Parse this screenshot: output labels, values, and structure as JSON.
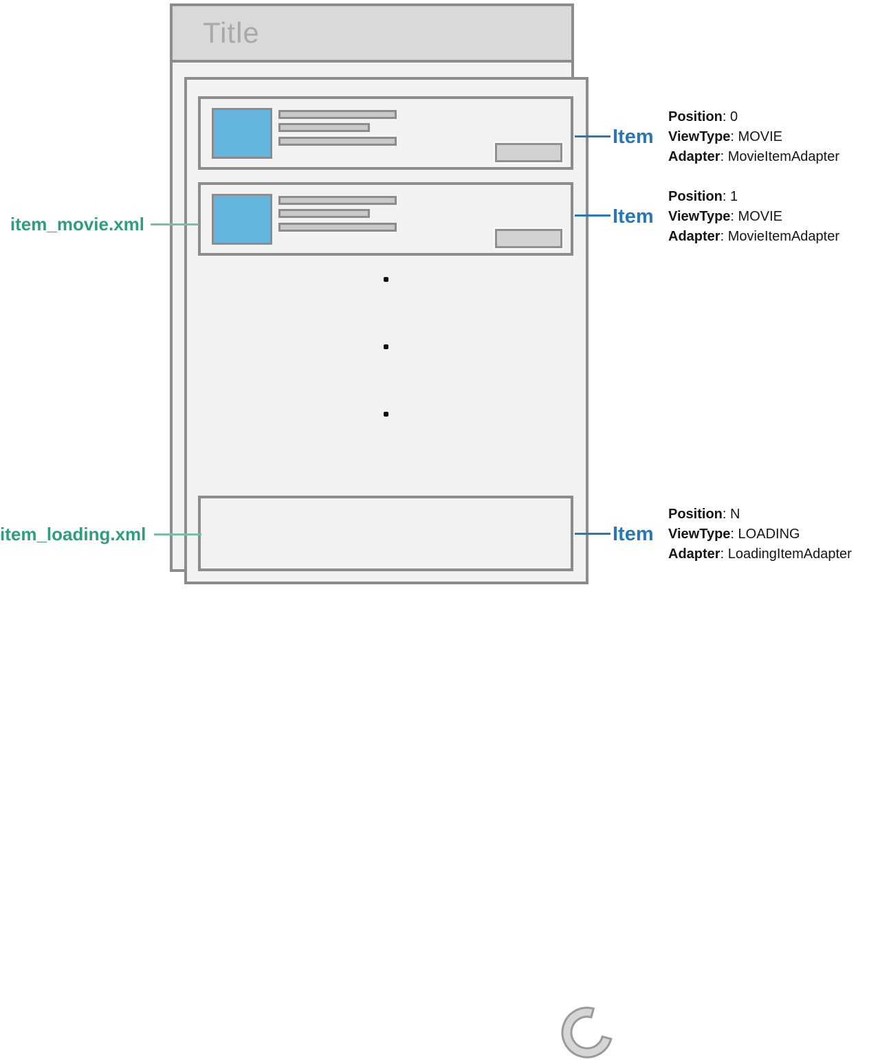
{
  "diagram": {
    "window": {
      "title": "Title"
    },
    "colors": {
      "accent_blue": "#2878B8",
      "accent_green": "#2E9E7C",
      "green_line": "#76BFA0",
      "frame_border": "#8C8C8C",
      "fill": "#F2F2F2",
      "titlebar_fill": "#D9D9D9",
      "title_text": "#A9A9A9",
      "thumb_blue": "#64B6DF",
      "bar_fill": "#C9C9C9",
      "button_fill": "#D2D2D2"
    },
    "colon": ": ",
    "left_labels": [
      {
        "text": "item_movie.xml"
      },
      {
        "text": "item_loading.xml"
      }
    ],
    "annotations": [
      {
        "item_label": "Item",
        "lines": [
          {
            "label": "Position",
            "value": "0"
          },
          {
            "label": "ViewType",
            "value": "MOVIE"
          },
          {
            "label": "Adapter",
            "value": "MovieItemAdapter"
          }
        ]
      },
      {
        "item_label": "Item",
        "lines": [
          {
            "label": "Position",
            "value": "1"
          },
          {
            "label": "ViewType",
            "value": "MOVIE"
          },
          {
            "label": "Adapter",
            "value": "MovieItemAdapter"
          }
        ]
      },
      {
        "item_label": "Item",
        "lines": [
          {
            "label": "Position",
            "value": "N"
          },
          {
            "label": "ViewType",
            "value": "LOADING"
          },
          {
            "label": "Adapter",
            "value": "LoadingItemAdapter"
          }
        ]
      }
    ],
    "icons": {
      "spinner": "loading-spinner-icon",
      "ellipsis": "vertical-ellipsis-dots"
    }
  }
}
